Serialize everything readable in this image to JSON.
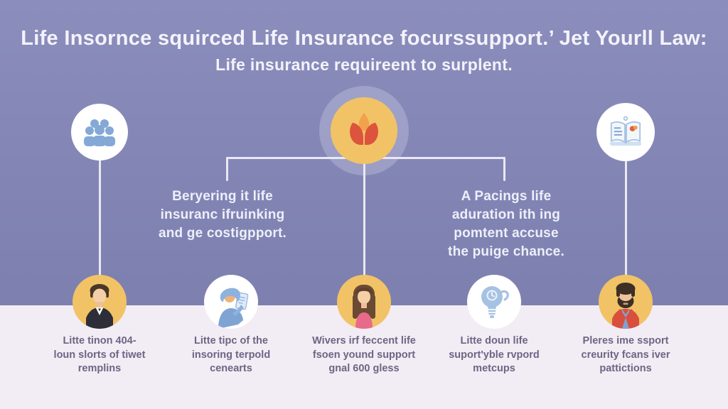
{
  "title": {
    "line1": "Life Insornce squirced Life Insurance focurssupport.’ Jet Yourll Law:",
    "line2": "Life insurance requireent to surplent."
  },
  "branch_notes": {
    "left": {
      "lines": [
        "Beryering it life",
        "insuranc ifruinking",
        "and ge costigpport."
      ]
    },
    "right": {
      "lines": [
        "A Pacings life",
        "aduration ith ing",
        "pomtent accuse",
        "the puige chance."
      ]
    }
  },
  "top_nodes": [
    {
      "icon": "people-group-icon"
    },
    {
      "icon": "lotus-flower-icon"
    },
    {
      "icon": "open-book-icon"
    }
  ],
  "bottom_nodes": [
    {
      "icon": "businessman-avatar",
      "lines": [
        "Litte tinon 404-",
        "loun slorts of tiwet",
        "remplins"
      ]
    },
    {
      "icon": "support-agent-avatar",
      "lines": [
        "Litte tipc of the",
        "insoring terpold",
        "cenearts"
      ]
    },
    {
      "icon": "woman-avatar",
      "lines": [
        "Wivers irf feccent life",
        "fsoen yound support",
        "gnal 600 gless"
      ]
    },
    {
      "icon": "lightbulb-clock-icon",
      "lines": [
        "Litte doun life",
        "suport'yble rvpord",
        "metcups"
      ]
    },
    {
      "icon": "bearded-man-avatar",
      "lines": [
        "Pleres ime ssport",
        "creurity fcans iver",
        "pattictions"
      ]
    }
  ],
  "colors": {
    "background_purple": "#8a8dbb",
    "band_lavender": "#f2ecf5",
    "circle_gold": "#f1c366",
    "icon_blue": "#84a9d6",
    "petal_red": "#dc543c",
    "petal_orange": "#f2a14c",
    "connector_white": "#ebe8f3",
    "title_text": "#f4f2fb",
    "label_text": "#6e6583"
  }
}
